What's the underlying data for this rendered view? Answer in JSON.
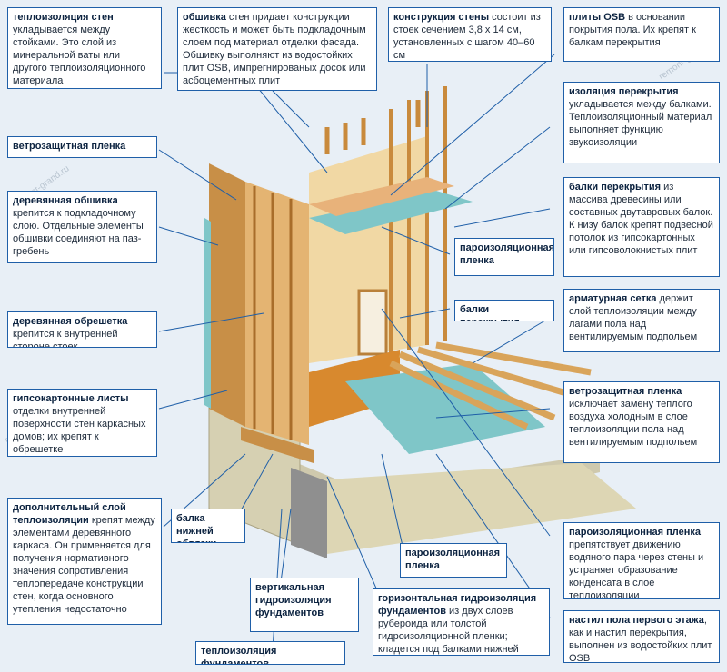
{
  "watermark": "remont-grand.ru",
  "colors": {
    "callout_border": "#1f5fa8",
    "leader_line": "#1f5fa8",
    "wood": "#d9a45a",
    "wood_dark": "#b9803a",
    "insulation_blue": "#7fc6c8",
    "osb": "#e8b27a",
    "foundation": "#d8d3b8",
    "background": "#e8eff6"
  },
  "callouts": [
    {
      "key": "wall_insulation",
      "bold": "теплоизоляция стен",
      "text": " укладывается между стойками. Это слой из минеральной ваты или другого теплоизоляционного материала"
    },
    {
      "key": "sheathing",
      "bold": "обшивка",
      "text": " стен придает конструкции жесткость и может быть подкладочным слоем под материал отделки фасада. Обшивку выполняют из водостойких плит OSB, импрегнированых досок или асбоцементных плит"
    },
    {
      "key": "wall_structure",
      "bold": "конструкция стены",
      "text": " состоит из стоек сечением 3,8 х 14 см, установленных с шагом 40–60 см"
    },
    {
      "key": "osb_plates",
      "bold": "плиты OSB",
      "text": " в основании покрытия пола. Их крепят к балкам перекрытия"
    },
    {
      "key": "windproof_film",
      "bold": "ветрозащитная пленка",
      "text": ""
    },
    {
      "key": "floor_isolation",
      "bold": "изоляция перекрытия",
      "text": " укладывается между балками. Теплоизоляционный материал выполняет функцию звукоизоляции"
    },
    {
      "key": "wood_cladding",
      "bold": "деревянная обшивка",
      "text": " крепится к подкладочному слою. Отдельные элементы обшивки соединяют на паз-гребень"
    },
    {
      "key": "floor_beams_desc",
      "bold": "балки перекрытия",
      "text": " из массива древесины или составных двутавровых балок. К низу балок крепят подвесной потолок из гипсокартонных или гипсоволокнистых плит"
    },
    {
      "key": "vapor_barrier_1",
      "bold": "пароизоляционная пленка",
      "text": ""
    },
    {
      "key": "batten",
      "bold": "деревянная обрешетка",
      "text": " крепится к внутренней стороне стоек"
    },
    {
      "key": "floor_beams",
      "bold": "балки перекрытия",
      "text": ""
    },
    {
      "key": "rebar_mesh",
      "bold": "арматурная сетка",
      "text": " держит слой теплоизоляции между лагами пола над вентилируемым подпольем"
    },
    {
      "key": "drywall",
      "bold": "гипсокартонные листы",
      "text": " отделки внутренней поверхности стен каркасных домов; их крепят к обрешетке"
    },
    {
      "key": "windproof_film_2",
      "bold": "ветрозащитная пленка",
      "text": " исключает замену теплого воздуха холодным в слое теплоизоляции пола над вентилируемым подпольем"
    },
    {
      "key": "extra_insulation",
      "bold": "дополнительный слой теплоизоляции",
      "text": " крепят между элементами деревянного каркаса. Он применяется для получения нормативного значения сопротивления теплопередаче конструкции стен, когда основного утепления недостаточно"
    },
    {
      "key": "bottom_beam",
      "bold": "балка нижней обвязки",
      "text": ""
    },
    {
      "key": "vapor_barrier_2",
      "bold": "пароизоляционная пленка",
      "text": ""
    },
    {
      "key": "vapor_barrier_3",
      "bold": "пароизоляционная пленка",
      "text": " препятствует движению водяного пара через стены и устраняет образование конденсата в слое теплоизоляции"
    },
    {
      "key": "vertical_waterproofing",
      "bold": "вертикальная гидроизоляция фундаментов",
      "text": ""
    },
    {
      "key": "horizontal_waterproofing",
      "bold": "горизонтальная гидроизоляция фундаментов",
      "text": " из двух слоев рубероида или толстой гидроизоляционной пленки; кладется под балками нижней обвязки"
    },
    {
      "key": "first_floor",
      "bold": "настил пола первого этажа",
      "text": ", как и настил перекрытия, выполнен из водостойких плит OSB"
    },
    {
      "key": "foundation_insulation",
      "bold": "теплоизоляция фундаментов",
      "text": ""
    }
  ]
}
